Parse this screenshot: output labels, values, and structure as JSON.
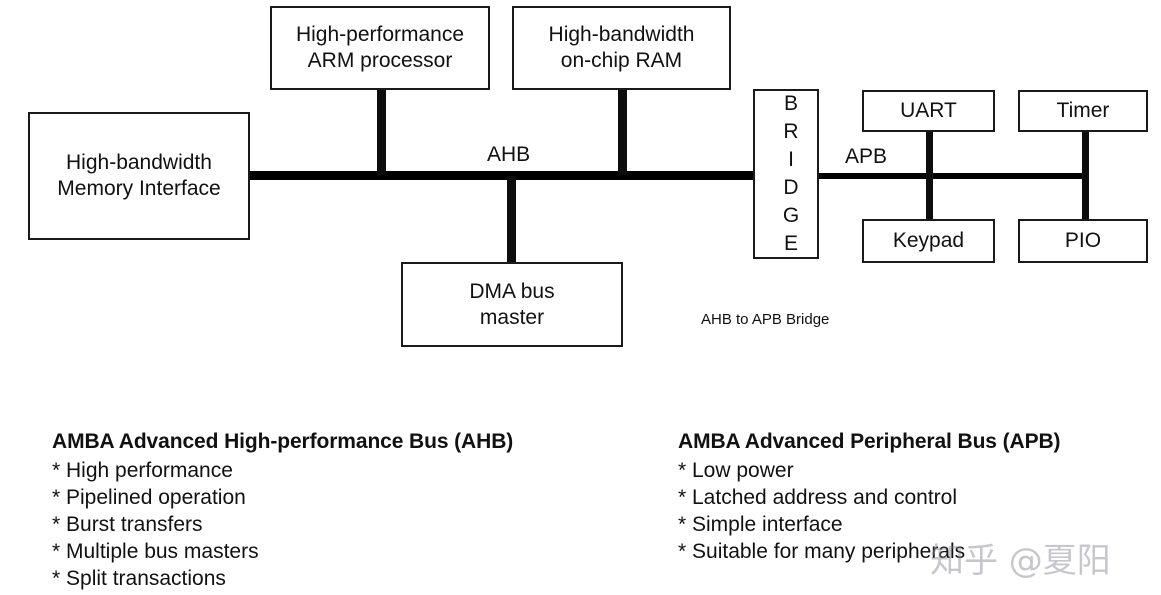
{
  "diagram": {
    "boxes": {
      "arm_processor": "High-performance\nARM processor",
      "onchip_ram": "High-bandwidth\non-chip RAM",
      "memory_interface": "High-bandwidth\nMemory Interface",
      "dma_bus_master": "DMA bus\nmaster",
      "uart": "UART",
      "timer": "Timer",
      "keypad": "Keypad",
      "pio": "PIO"
    },
    "bridge": {
      "letters": [
        "B",
        "R",
        "I",
        "D",
        "G",
        "E"
      ],
      "name": "BRIDGE"
    },
    "bus_labels": {
      "ahb": "AHB",
      "apb": "APB"
    },
    "caption": "AHB to APB Bridge",
    "colors": {
      "line": "#000000",
      "box_border": "#1a1a1a",
      "text": "#111111",
      "background": "#ffffff"
    }
  },
  "legend": {
    "ahb": {
      "title": "AMBA Advanced High-performance Bus (AHB)",
      "items": [
        "* High performance",
        "* Pipelined operation",
        "* Burst transfers",
        "* Multiple bus masters",
        "* Split transactions"
      ]
    },
    "apb": {
      "title": "AMBA Advanced Peripheral Bus (APB)",
      "items": [
        "* Low power",
        "* Latched address and control",
        "* Simple interface",
        "* Suitable for many peripherals"
      ]
    }
  },
  "watermark": {
    "text": "知乎 @夏阳"
  }
}
